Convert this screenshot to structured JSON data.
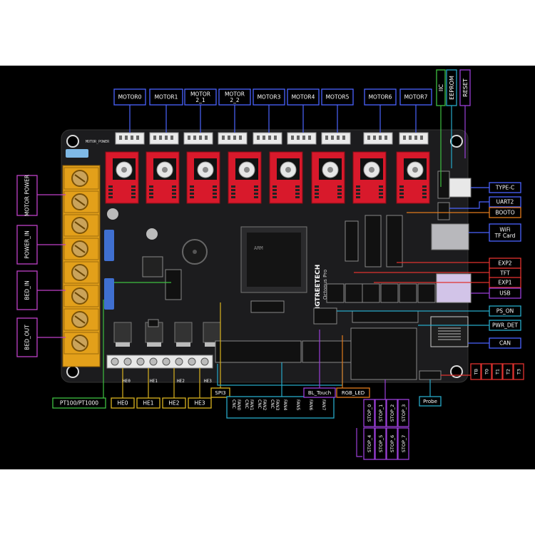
{
  "colors": {
    "background": "#000000",
    "board": "#1d1d1d",
    "terminal": "#e8a21a",
    "driver": "#d8192b",
    "motor": "#3a4fd0",
    "blue_label": "#4b63ff",
    "magenta_label": "#c040c8",
    "green_label": "#3ec040",
    "orange_label": "#e07a1c",
    "cyan_label": "#27a9c8",
    "purple_label": "#9b3fd8",
    "yellow_label": "#d9b21e",
    "red_label": "#e0322e"
  },
  "board": {
    "brand": "BIGTREETECH",
    "model": "Octopus Pro",
    "silk_motor_power": "MOTOR_POWER",
    "silk_he": [
      "HE0",
      "HE1",
      "HE2",
      "HE3"
    ]
  },
  "top_labels": {
    "motors": [
      "MOTOR0",
      "MOTOR1",
      "MOTOR 2_1",
      "MOTOR 2_2",
      "MOTOR3",
      "MOTOR4",
      "MOTOR5",
      "MOTOR6",
      "MOTOR7"
    ],
    "iic": "IIC",
    "eeprom": "EEPROM",
    "reset": "RESET"
  },
  "left_labels": {
    "motor_power": "MOTOR POWER",
    "power_in": "POWER_IN",
    "bed_in": "BED_IN",
    "bed_out": "BED_OUT"
  },
  "right_labels": {
    "type_c": "TYPE-C",
    "uart2": "UART2",
    "booto": "BOOTO",
    "wifi": "WiFi",
    "tf_card": "TF Card",
    "exp2": "EXP2",
    "tft": "TFT",
    "exp1": "EXP1",
    "usb": "USB",
    "ps_on": "PS_ON",
    "pwr_det": "PWR_DET",
    "can": "CAN",
    "thermistors": [
      "TB",
      "T0",
      "T1",
      "T2",
      "T3"
    ]
  },
  "bottom_labels": {
    "pt100": "PT100/PT1000",
    "heaters": [
      "HE0",
      "HE1",
      "HE2",
      "HE3"
    ],
    "spi3": "SPI3",
    "fans": [
      "CNC FAN0",
      "CNC FAN1",
      "CNC FAN2",
      "CNC FAN3",
      "FAN4",
      "FAN5",
      "FAN6",
      "FAN7"
    ],
    "bl_touch": "BL_Touch",
    "rgb_led": "RGB_LED",
    "stops_top": [
      "STOP_0",
      "STOP_1",
      "STOP_2",
      "STOP_3"
    ],
    "stops_bottom": [
      "STOP_4",
      "STOP_5",
      "STOP_6",
      "STOP_7"
    ],
    "probe": "Probe"
  }
}
